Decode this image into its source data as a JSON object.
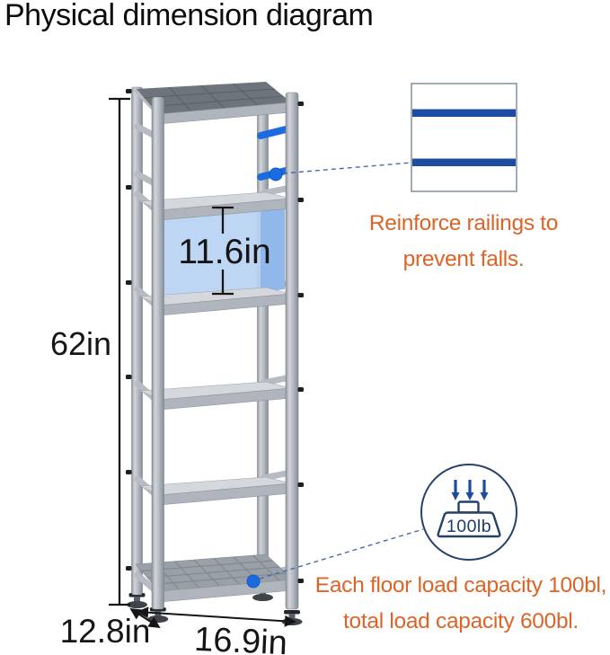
{
  "title": "Physical dimension diagram",
  "dimensions": {
    "height_label": "62in",
    "spacing_label": "11.6in",
    "depth_label": "12.8in",
    "width_label": "16.9in"
  },
  "railing_callout": {
    "line1": "Reinforce railings to",
    "line2": "prevent falls."
  },
  "load_callout": {
    "badge_label": "100lb",
    "line1": "Each floor load capacity 100bl,",
    "line2": "total load capacity 600bl."
  },
  "icons": {
    "down_arrows_glyph": "↓↓↓",
    "weight_icon": "weight-badge",
    "railing_detail": "railing-bars"
  },
  "colors": {
    "accent_orange": "#dd6327",
    "navy": "#1c4da0",
    "rail_blue": "#1b6be2",
    "highlight_fill": "#b7d3f2"
  }
}
